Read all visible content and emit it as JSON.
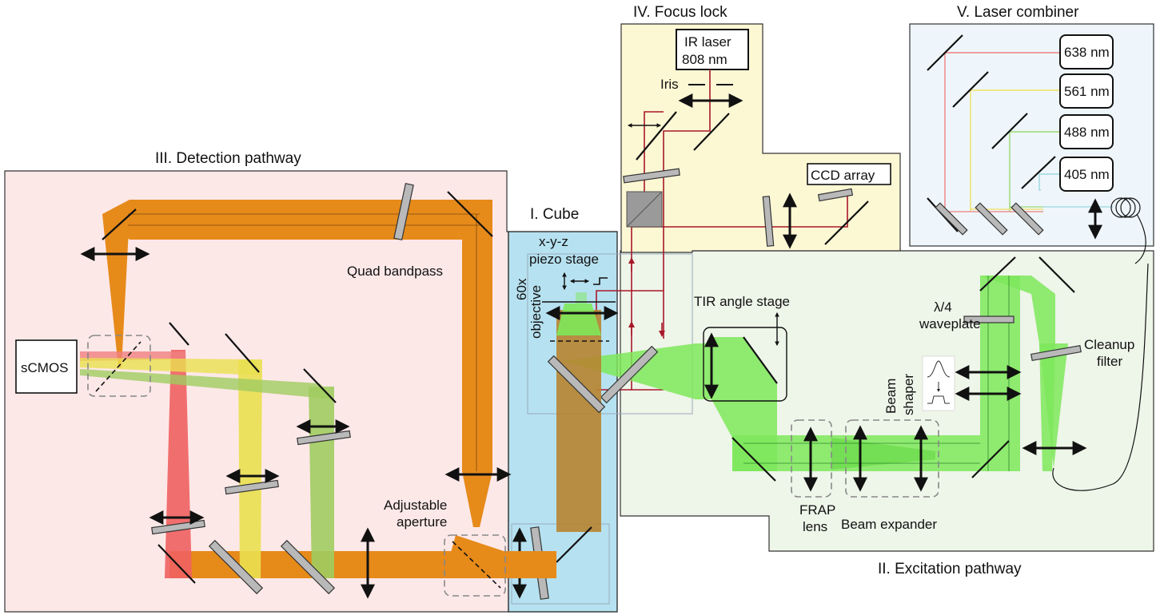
{
  "sections": {
    "cube": "I. Cube",
    "excitation": "II. Excitation pathway",
    "detection": "III. Detection pathway",
    "focus_lock": "IV. Focus lock",
    "laser_combiner": "V. Laser combiner"
  },
  "lasers": [
    "638 nm",
    "561 nm",
    "488 nm",
    "405 nm"
  ],
  "laser_colors": [
    "#f08080",
    "#f0e060",
    "#9ad870",
    "#9ad8e0"
  ],
  "ir_laser": [
    "IR laser",
    "808 nm"
  ],
  "labels": {
    "iris": "Iris",
    "ccd": "CCD array",
    "scmos": "sCMOS",
    "quad_bandpass": "Quad bandpass",
    "piezo": [
      "x-y-z",
      "piezo stage"
    ],
    "objective": [
      "60x",
      "objective"
    ],
    "tir_stage": "TIR angle stage",
    "waveplate": [
      "λ/4",
      "waveplate"
    ],
    "beam_shaper": [
      "Beam",
      "shaper"
    ],
    "cleanup": [
      "Cleanup",
      "filter"
    ],
    "frap": [
      "FRAP",
      "lens"
    ],
    "beam_expander": "Beam expander",
    "aperture": [
      "Adjustable",
      "aperture"
    ]
  },
  "colors": {
    "excitation_bg": "#eef5e9",
    "detection_bg": "#fde8e8",
    "cube_bg": "#b6e1f0",
    "focus_bg": "#fdf8d4",
    "combiner_bg": "#eef6fb",
    "orange_beam": "#e68a1a",
    "green_beam": "#7ee85a",
    "ir_beam": "#a8182a"
  }
}
